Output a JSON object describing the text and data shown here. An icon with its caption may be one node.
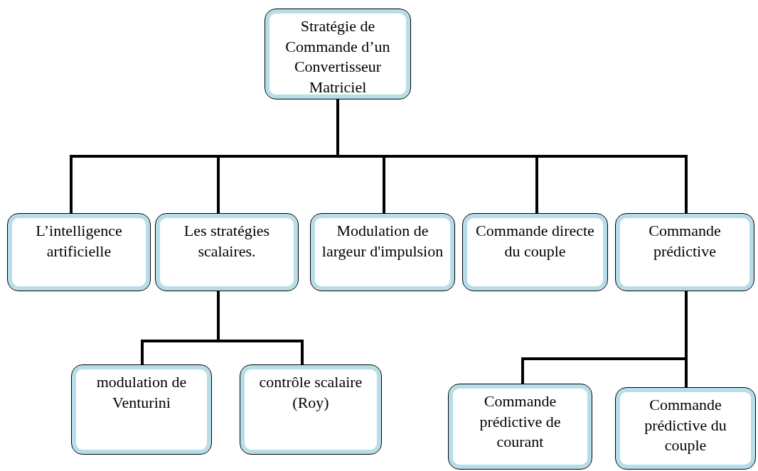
{
  "diagram": {
    "nodes": [
      {
        "text": [
          "Stratégie de Commande d’un Convertisseur Matriciel"
        ]
      },
      {
        "text": [
          "L’intelligence artificielle"
        ]
      },
      {
        "text": [
          "Les stratégies scalaires."
        ]
      },
      {
        "text": [
          "Modulation de largeur d'impulsion"
        ]
      },
      {
        "text": [
          "Commande directe du couple"
        ]
      },
      {
        "text": [
          "Commande prédictive"
        ]
      },
      {
        "text": [
          "modulation de Venturini"
        ]
      },
      {
        "text": [
          "contrôle scalaire (Roy)"
        ]
      },
      {
        "text": [
          "Commande prédictive de courant"
        ]
      },
      {
        "text": [
          "Commande prédictive du couple"
        ]
      }
    ],
    "edges": [
      {
        "from": 0,
        "to": 1,
        "arrow": "none"
      },
      {
        "from": 0,
        "to": 2,
        "arrow": "none"
      },
      {
        "from": 0,
        "to": 3,
        "arrow": "none"
      },
      {
        "from": 0,
        "to": 4,
        "arrow": "none"
      },
      {
        "from": 0,
        "to": 5,
        "arrow": "none"
      },
      {
        "from": 2,
        "to": 6,
        "arrow": "none"
      },
      {
        "from": 2,
        "to": 7,
        "arrow": "none"
      },
      {
        "from": 5,
        "to": 8,
        "arrow": "none"
      },
      {
        "from": 5,
        "to": 9,
        "arrow": "none"
      }
    ]
  }
}
